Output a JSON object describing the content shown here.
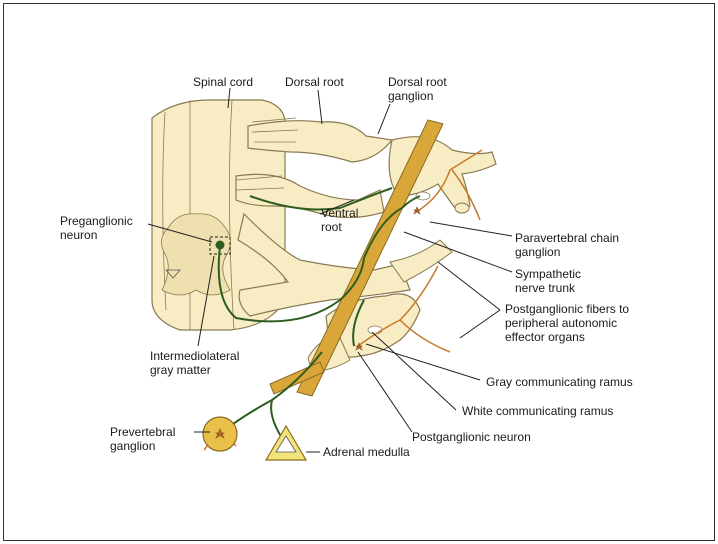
{
  "labels": {
    "spinal_cord": "Spinal cord",
    "dorsal_root": "Dorsal root",
    "dorsal_root_ganglion": "Dorsal root\nganglion",
    "preganglionic_neuron": "Preganglionic\nneuron",
    "ventral_root": "Ventral\nroot",
    "paravertebral_chain_ganglion": "Paravertebral chain\nganglion",
    "sympathetic_nerve_trunk": "Sympathetic\nnerve trunk",
    "postganglionic_fibers": "Postganglionic fibers to\nperipheral autonomic\neffector organs",
    "intermediolateral_gray_matter": "Intermediolateral\ngray matter",
    "gray_communicating_ramus": "Gray communicating ramus",
    "white_communicating_ramus": "White communicating ramus",
    "prevertebral_ganglion": "Prevertebral\nganglion",
    "postganglionic_neuron": "Postganglionic neuron",
    "adrenal_medulla": "Adrenal medulla"
  },
  "colors": {
    "tissue_fill": "#f7ecc4",
    "tissue_stroke": "#8a7a50",
    "nerve_trunk": "#d9a63a",
    "fiber_green": "#2e5e1e",
    "fiber_orange": "#c77a2a",
    "neuron_body": "#c0782f",
    "leader_line": "#222222"
  }
}
